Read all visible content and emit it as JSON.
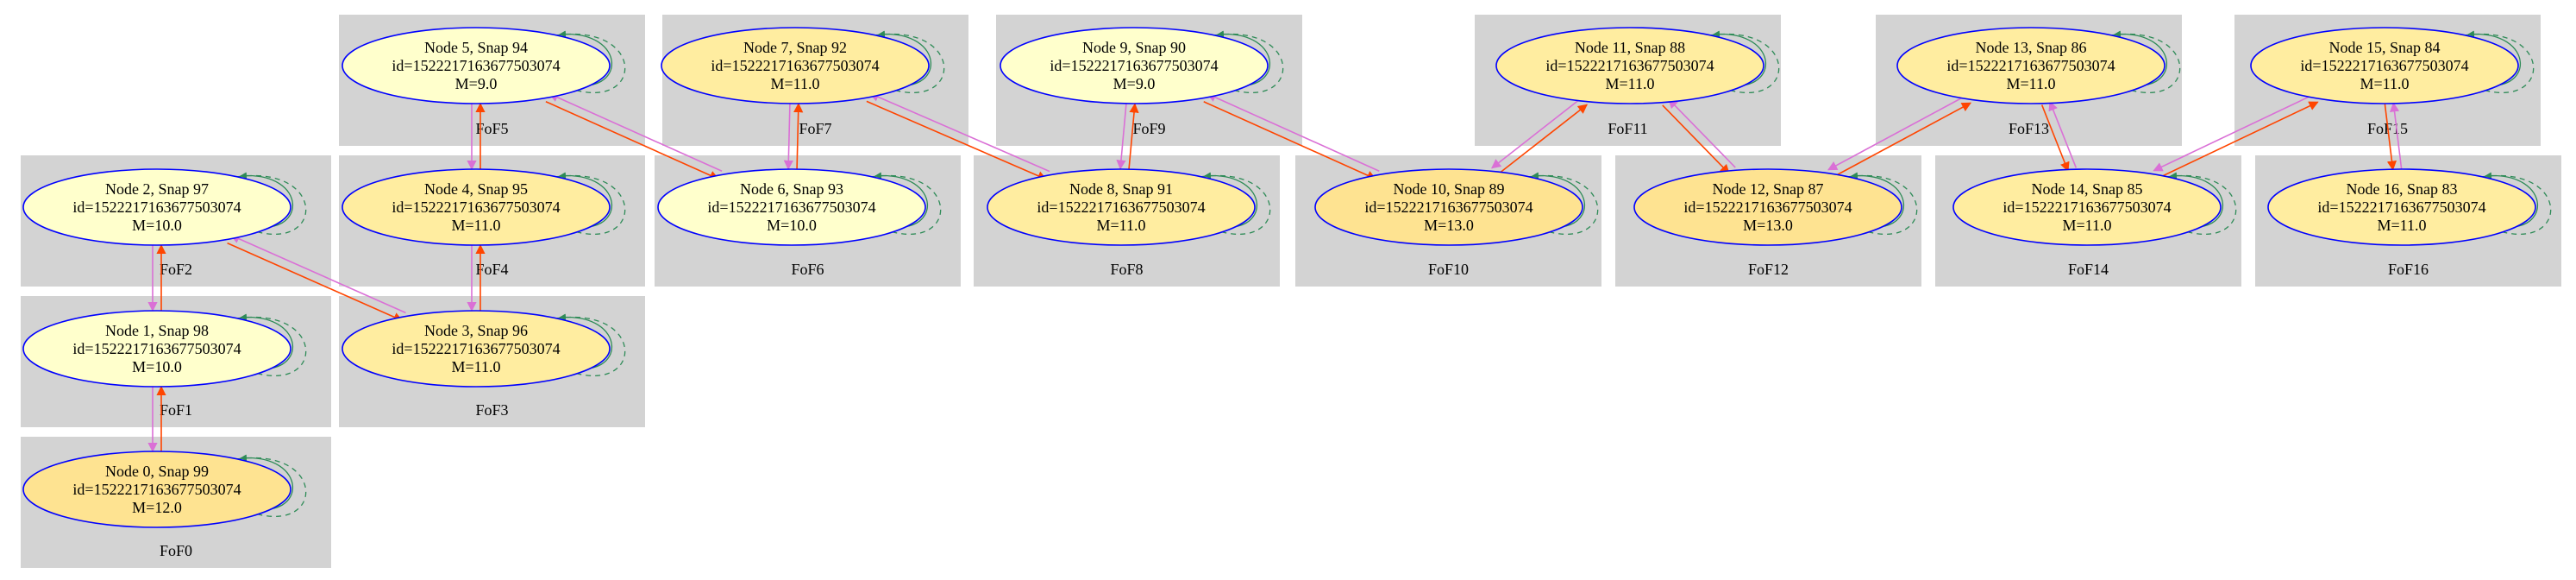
{
  "colors": {
    "cluster_fill": "#d3d3d3",
    "node_stroke": "#0000ff",
    "node_fill_light": "#ffffcc",
    "node_fill_mid": "#ffeda0",
    "node_fill_dark": "#fee391",
    "edge_orange": "#ff4500",
    "edge_violet": "#da70d6",
    "edge_green": "#2e8b57"
  },
  "diagram": {
    "clusters": [
      {
        "id": "FoF0",
        "label": "FoF0"
      },
      {
        "id": "FoF1",
        "label": "FoF1"
      },
      {
        "id": "FoF2",
        "label": "FoF2"
      },
      {
        "id": "FoF3",
        "label": "FoF3"
      },
      {
        "id": "FoF4",
        "label": "FoF4"
      },
      {
        "id": "FoF5",
        "label": "FoF5"
      },
      {
        "id": "FoF6",
        "label": "FoF6"
      },
      {
        "id": "FoF7",
        "label": "FoF7"
      },
      {
        "id": "FoF8",
        "label": "FoF8"
      },
      {
        "id": "FoF9",
        "label": "FoF9"
      },
      {
        "id": "FoF10",
        "label": "FoF10"
      },
      {
        "id": "FoF11",
        "label": "FoF11"
      },
      {
        "id": "FoF12",
        "label": "FoF12"
      },
      {
        "id": "FoF13",
        "label": "FoF13"
      },
      {
        "id": "FoF14",
        "label": "FoF14"
      },
      {
        "id": "FoF15",
        "label": "FoF15"
      },
      {
        "id": "FoF16",
        "label": "FoF16"
      }
    ],
    "nodes": [
      {
        "id": 0,
        "title": "Node 0, Snap 99",
        "idline": "id=1522217163677503074",
        "mass": "M=12.0",
        "fill": "dark"
      },
      {
        "id": 1,
        "title": "Node 1, Snap 98",
        "idline": "id=1522217163677503074",
        "mass": "M=10.0",
        "fill": "light"
      },
      {
        "id": 2,
        "title": "Node 2, Snap 97",
        "idline": "id=1522217163677503074",
        "mass": "M=10.0",
        "fill": "light"
      },
      {
        "id": 3,
        "title": "Node 3, Snap 96",
        "idline": "id=1522217163677503074",
        "mass": "M=11.0",
        "fill": "mid"
      },
      {
        "id": 4,
        "title": "Node 4, Snap 95",
        "idline": "id=1522217163677503074",
        "mass": "M=11.0",
        "fill": "mid"
      },
      {
        "id": 5,
        "title": "Node 5, Snap 94",
        "idline": "id=1522217163677503074",
        "mass": "M=9.0",
        "fill": "light"
      },
      {
        "id": 6,
        "title": "Node 6, Snap 93",
        "idline": "id=1522217163677503074",
        "mass": "M=10.0",
        "fill": "light"
      },
      {
        "id": 7,
        "title": "Node 7, Snap 92",
        "idline": "id=1522217163677503074",
        "mass": "M=11.0",
        "fill": "mid"
      },
      {
        "id": 8,
        "title": "Node 8, Snap 91",
        "idline": "id=1522217163677503074",
        "mass": "M=11.0",
        "fill": "mid"
      },
      {
        "id": 9,
        "title": "Node 9, Snap 90",
        "idline": "id=1522217163677503074",
        "mass": "M=9.0",
        "fill": "light"
      },
      {
        "id": 10,
        "title": "Node 10, Snap 89",
        "idline": "id=1522217163677503074",
        "mass": "M=13.0",
        "fill": "dark"
      },
      {
        "id": 11,
        "title": "Node 11, Snap 88",
        "idline": "id=1522217163677503074",
        "mass": "M=11.0",
        "fill": "mid"
      },
      {
        "id": 12,
        "title": "Node 12, Snap 87",
        "idline": "id=1522217163677503074",
        "mass": "M=13.0",
        "fill": "dark"
      },
      {
        "id": 13,
        "title": "Node 13, Snap 86",
        "idline": "id=1522217163677503074",
        "mass": "M=11.0",
        "fill": "mid"
      },
      {
        "id": 14,
        "title": "Node 14, Snap 85",
        "idline": "id=1522217163677503074",
        "mass": "M=11.0",
        "fill": "mid"
      },
      {
        "id": 15,
        "title": "Node 15, Snap 84",
        "idline": "id=1522217163677503074",
        "mass": "M=11.0",
        "fill": "mid"
      },
      {
        "id": 16,
        "title": "Node 16, Snap 83",
        "idline": "id=1522217163677503074",
        "mass": "M=11.0",
        "fill": "mid"
      }
    ],
    "edges": [
      {
        "from": 0,
        "to": 1
      },
      {
        "from": 1,
        "to": 2
      },
      {
        "from": 2,
        "to": 3
      },
      {
        "from": 3,
        "to": 4
      },
      {
        "from": 4,
        "to": 5
      },
      {
        "from": 5,
        "to": 6
      },
      {
        "from": 6,
        "to": 7
      },
      {
        "from": 7,
        "to": 8
      },
      {
        "from": 8,
        "to": 9
      },
      {
        "from": 9,
        "to": 10
      },
      {
        "from": 10,
        "to": 11
      },
      {
        "from": 11,
        "to": 12
      },
      {
        "from": 12,
        "to": 13
      },
      {
        "from": 13,
        "to": 14
      },
      {
        "from": 14,
        "to": 15
      },
      {
        "from": 15,
        "to": 16
      }
    ]
  }
}
